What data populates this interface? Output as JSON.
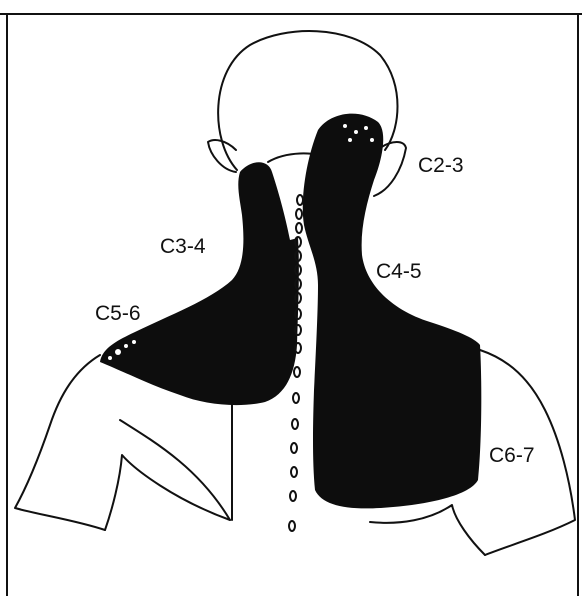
{
  "labels": {
    "c2_3": "C2-3",
    "c3_4": "C3-4",
    "c4_5": "C4-5",
    "c5_6": "C5-6",
    "c6_7": "C6-7"
  },
  "colors": {
    "shade": "#0d0d0d",
    "line": "#111111",
    "paper": "#ffffff"
  }
}
